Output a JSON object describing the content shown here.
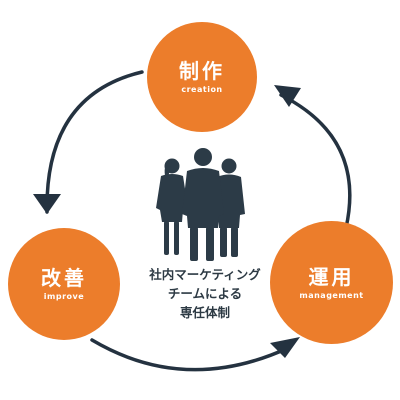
{
  "colors": {
    "node_fill": "#ec7d2b",
    "arrow": "#243240",
    "people": "#2c3b47",
    "text": "#2d3a44"
  },
  "nodes": {
    "creation": {
      "label": "制作",
      "sub": "creation"
    },
    "improve": {
      "label": "改善",
      "sub": "improve"
    },
    "management": {
      "label": "運用",
      "sub": "management"
    }
  },
  "center": {
    "line1": "社内マーケティング",
    "line2": "チームによる",
    "line3": "専任体制"
  },
  "icons": {
    "people": "business-team-icon",
    "arrows": "cycle-arrow-icon"
  }
}
